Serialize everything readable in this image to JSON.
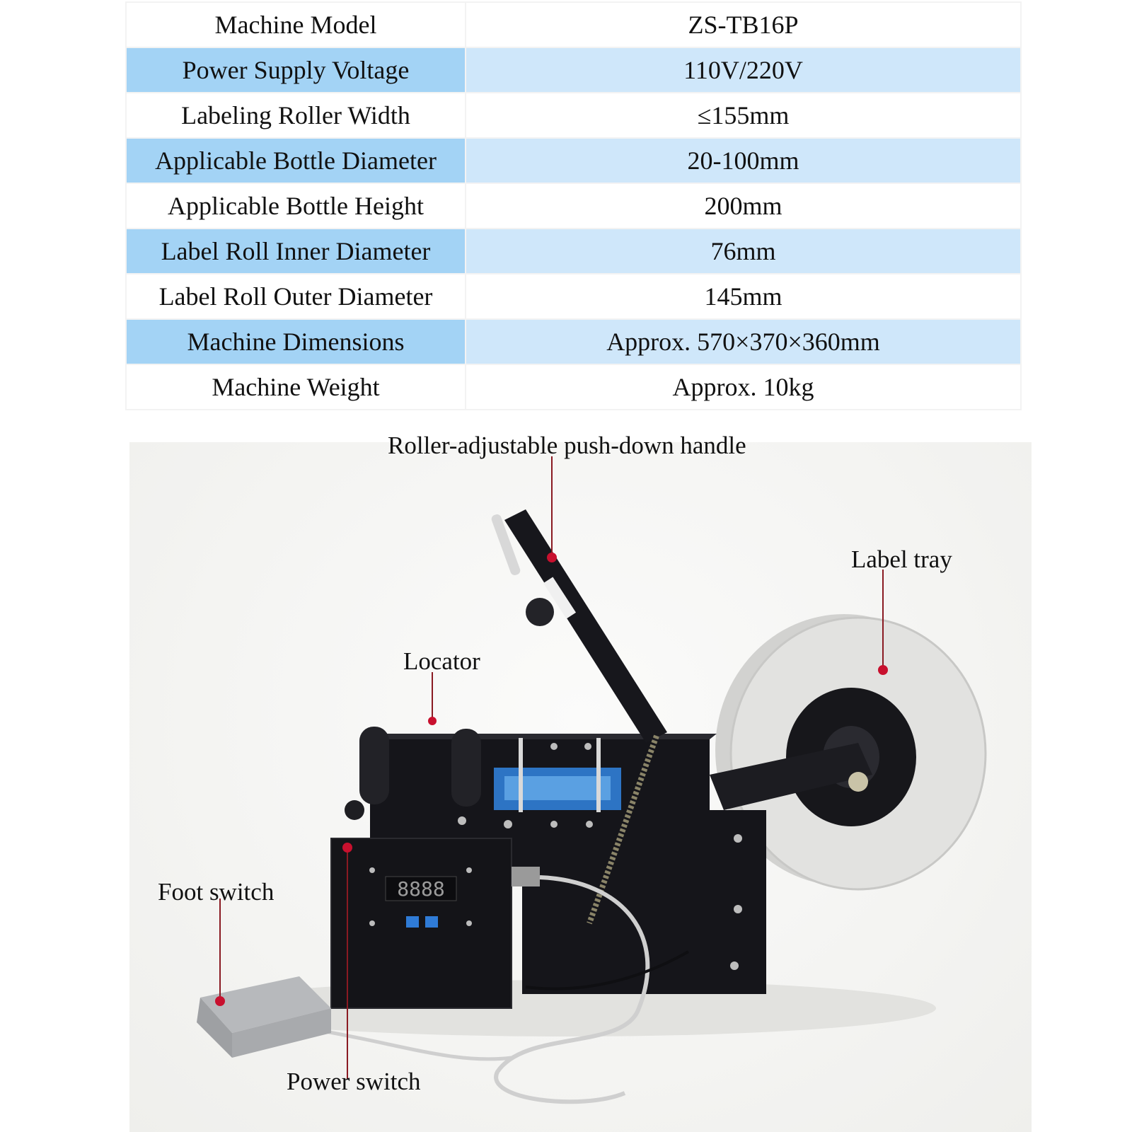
{
  "specs": [
    {
      "label": "Machine Model",
      "value": "ZS-TB16P"
    },
    {
      "label": "Power Supply Voltage",
      "value": "110V/220V"
    },
    {
      "label": "Labeling Roller Width",
      "value": "≤155mm"
    },
    {
      "label": "Applicable Bottle Diameter",
      "value": "20-100mm"
    },
    {
      "label": "Applicable Bottle Height",
      "value": "200mm"
    },
    {
      "label": "Label Roll Inner Diameter",
      "value": "76mm"
    },
    {
      "label": "Label Roll Outer Diameter",
      "value": "145mm"
    },
    {
      "label": "Machine Dimensions",
      "value": "Approx. 570×370×360mm"
    },
    {
      "label": "Machine Weight",
      "value": "Approx. 10kg"
    }
  ],
  "callouts": {
    "handle": "Roller-adjustable push-down handle",
    "label_tray": "Label tray",
    "locator": "Locator",
    "foot_switch": "Foot switch",
    "power_switch": "Power switch"
  },
  "display": {
    "digits": "8888"
  },
  "colors": {
    "row_shade_label": "#a3d3f5",
    "row_shade_value": "#cfe7fa",
    "callout_dot": "#c8102e",
    "machine_body": "#16161a",
    "label_roll": "#dcdcdc"
  }
}
